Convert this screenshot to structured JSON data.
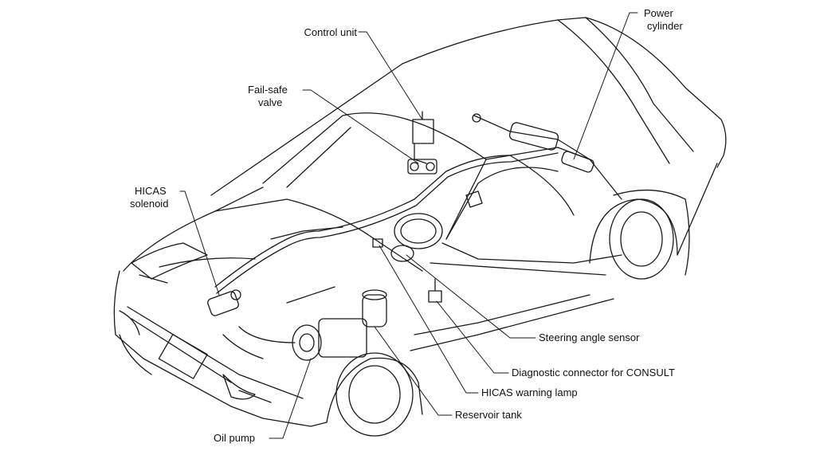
{
  "labels": {
    "control_unit": "Control unit",
    "failsafe_l1": "Fail-safe",
    "failsafe_l2": "valve",
    "power_l1": "Power",
    "power_l2": "cylinder",
    "hicas_l1": "HICAS",
    "hicas_l2": "solenoid",
    "steering_angle_sensor": "Steering angle sensor",
    "diagnostic_connector": "Diagnostic connector for CONSULT",
    "warning_lamp": "HICAS warning lamp",
    "reservoir_tank": "Reservoir tank",
    "oil_pump": "Oil pump"
  },
  "colors": {
    "ink": "#1a1a1a",
    "background": "#ffffff"
  }
}
